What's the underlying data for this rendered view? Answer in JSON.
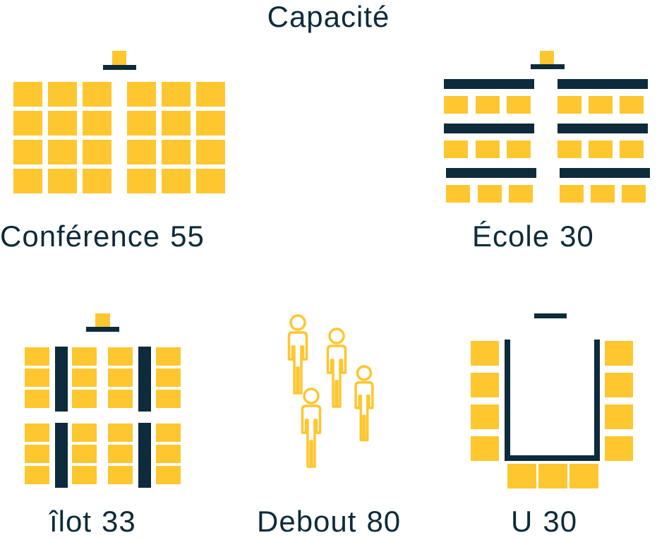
{
  "title": "Capacité",
  "colors": {
    "seat": "#fec62f",
    "table": "#0d2b3a",
    "text": "#0d2b3a",
    "background": "#ffffff"
  },
  "layouts": [
    {
      "id": "conference",
      "name": "Conférence",
      "capacity": "55"
    },
    {
      "id": "ecole",
      "name": "École",
      "capacity": "30"
    },
    {
      "id": "ilot",
      "name": "îlot",
      "capacity": "33"
    },
    {
      "id": "debout",
      "name": "Debout",
      "capacity": "80",
      "icon": "standing-people-icon"
    },
    {
      "id": "u",
      "name": "U",
      "capacity": "30"
    }
  ]
}
